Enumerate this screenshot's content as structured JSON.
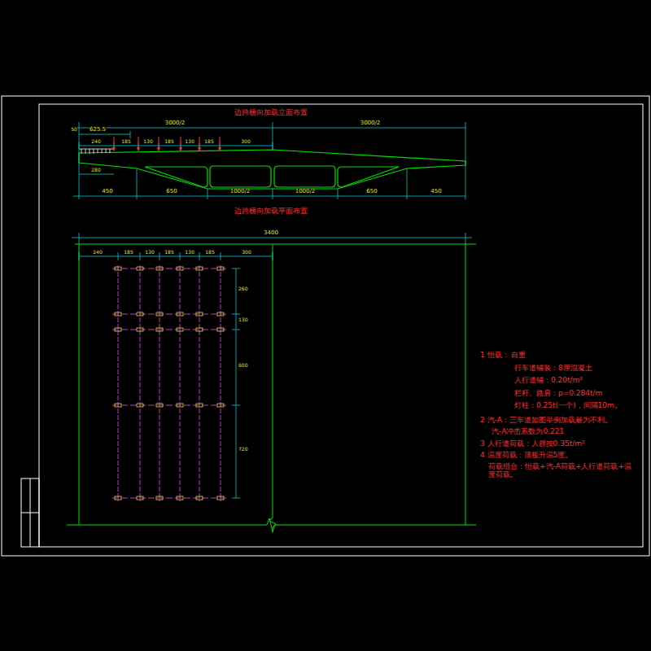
{
  "diagram": {
    "title": "边跨横向加载立面布置",
    "labels": [
      "边跨横向加载平面布置",
      "3000/2",
      "3000/2",
      "625.5",
      "50",
      "240",
      "185",
      "130",
      "185",
      "130",
      "185",
      "300",
      "280",
      "450",
      "650",
      "1000/2",
      "1000/2",
      "650",
      "450",
      "3400",
      "240",
      "185",
      "130",
      "185",
      "130",
      "185",
      "300",
      "260",
      "130",
      "600",
      "720",
      "1 恒载：  自重",
      "行车道铺装：8厘混凝土",
      "人行道铺：0.20t/m²",
      "栏杆、路肩：p=0.284t/m",
      "灯柱：0.25t(一个)，间隔10m。",
      "2 汽-A：三车道如图举例加载最为不利。",
      "汽-A冲击系数为0.221",
      "3 人行道荷载：人群按0.35t/m²",
      "4 温度荷载：顶板升温5度。",
      "荷载组合：恒载+汽-A荷载+人行道荷载+温度荷载。"
    ]
  }
}
